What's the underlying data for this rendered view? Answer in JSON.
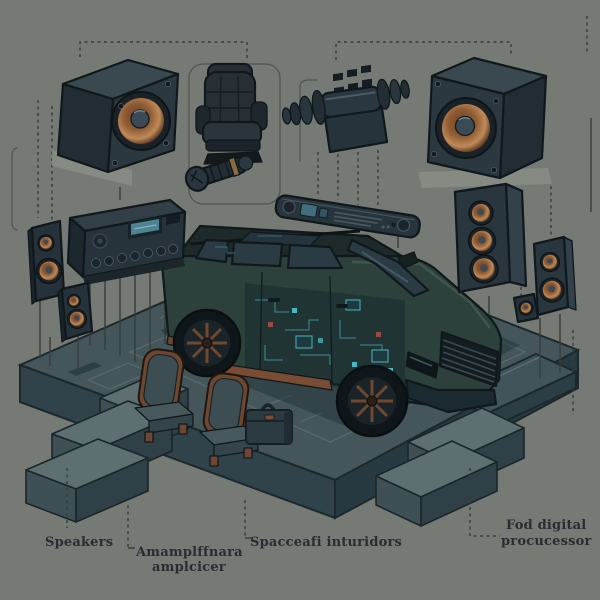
{
  "labels": {
    "speakers": "Speakers",
    "amplifier_line1": "Amamplffnara",
    "amplifier_line2": "amplcicer",
    "cabin": "Spacceafi inturidors",
    "processor_line1": "Fod digital",
    "processor_line2": "procucessor"
  },
  "components": [
    "subwoofer-box-left-icon",
    "car-seat-icon",
    "plug-connector-icon",
    "bass-exciter-icon",
    "subwoofer-box-right-icon",
    "head-unit-amplifier-icon",
    "bookshelf-speaker-left-icon",
    "bookshelf-speaker-left-small-icon",
    "soundbar-icon",
    "tower-speaker-three-driver-icon",
    "tower-speaker-two-driver-icon",
    "square-speaker-mini-icon",
    "suv-vehicle-icon",
    "interior-seat-left-icon",
    "interior-seat-right-icon",
    "portable-amplifier-case-icon"
  ],
  "palette": {
    "background": "#767a74",
    "platform_top": "#44565a",
    "platform_front": "#31434a",
    "platform_side": "#273a41",
    "speaker_cone": "#b5794a",
    "cabinet_dark": "#2a363e",
    "car_body": "#2c403c",
    "circuit_teal": "#3e96a2",
    "copper_trim": "#7a4c33",
    "connector_line": "#363d3a",
    "label_text": "#272d32"
  }
}
